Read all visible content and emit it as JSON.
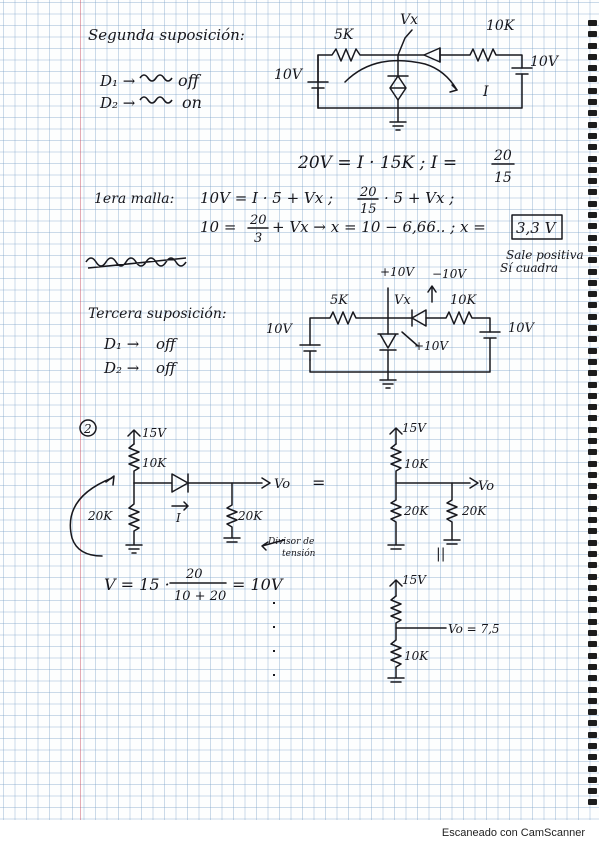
{
  "sec2": {
    "title": "Segunda suposición:",
    "d1": "D₁ →",
    "d1_state": "off",
    "d2": "D₂ →",
    "d2_state": "on",
    "r_left": "5K",
    "vx": "Vx",
    "r_right": "10K",
    "src_left": "10V",
    "src_right": "10V",
    "current": "I",
    "eq_main": "20V = I · 15K  ;  I =",
    "frac_num": "20",
    "frac_den": "15",
    "malla_label": "1era malla:",
    "malla_eq1": "10V = I · 5 + Vx ;",
    "malla_eq1b_num": "20",
    "malla_eq1b_den": "15",
    "malla_eq1b": "· 5 + Vx ;",
    "malla_eq2a": "10 =",
    "malla_eq2_num": "20",
    "malla_eq2_den": "3",
    "malla_eq2b": "+ Vx →  x = 10 − 6,66.. ; x =",
    "result": "3,3 V",
    "note1": "Sale positiva",
    "note2": "Sí cuadra"
  },
  "sec3": {
    "title": "Tercera suposición:",
    "d1": "D₁ →",
    "d1_state": "off",
    "d2": "D₂ →",
    "d2_state": "off",
    "plus10": "+10V",
    "minus10": "−10V",
    "r_left": "5K",
    "vx": "Vx",
    "r_right": "10K",
    "src_left": "10V",
    "src_right": "10V",
    "plus10_b": "+10V"
  },
  "prob2": {
    "number": "2",
    "v15": "15V",
    "r10": "10K",
    "r20a": "20K",
    "r20b": "20K",
    "vo": "Vo",
    "current": "I",
    "eq": "=",
    "divider_note1": "Divisor de",
    "divider_note2": "tensión",
    "formula_a": "V = 15 ·",
    "formula_num": "20",
    "formula_den": "10 + 20",
    "formula_b": "= 10V",
    "c2_v15": "15V",
    "c2_r10": "10K",
    "c2_vo": "Vo",
    "c2_r20a": "20K",
    "c2_r20b": "20K",
    "parallel": "||",
    "c3_v15": "15V",
    "c3_vo": "Vo = 7,5",
    "c3_r10": "10K"
  },
  "footer": {
    "watermark": "Escaneado con CamScanner"
  }
}
